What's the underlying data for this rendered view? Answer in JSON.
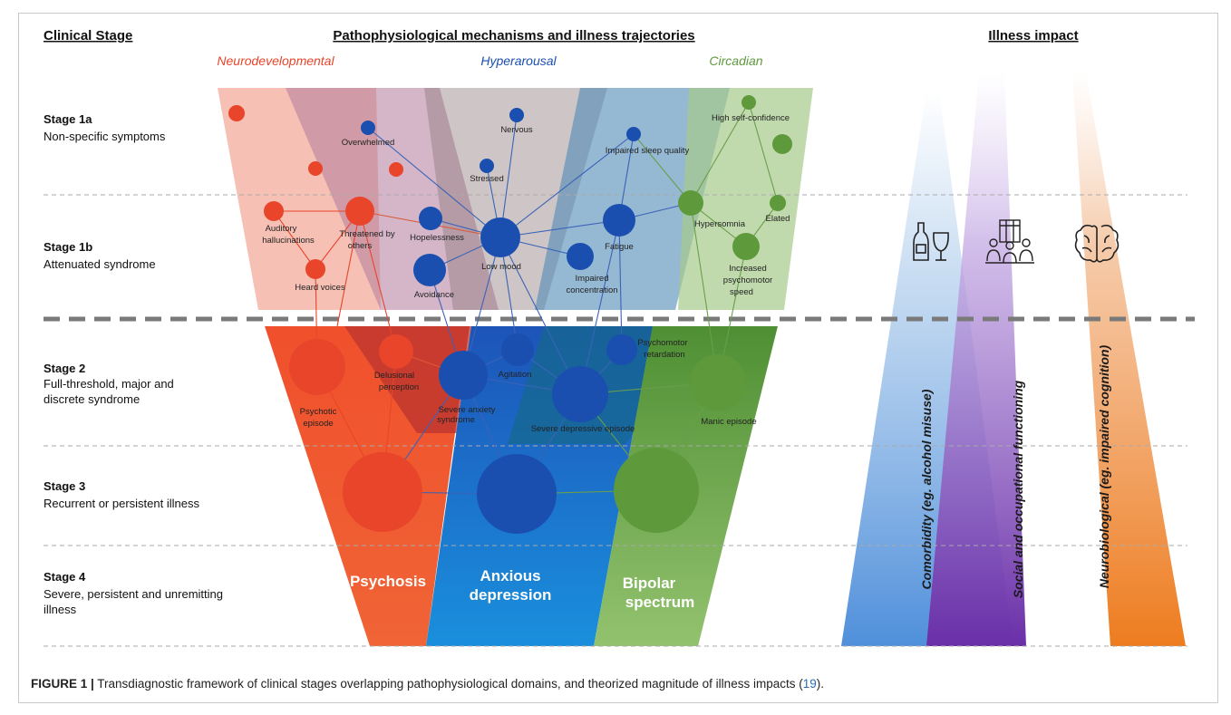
{
  "headers": {
    "clinical_stage": "Clinical Stage",
    "mechanisms": "Pathophysiological mechanisms and illness trajectories",
    "impact": "Illness impact"
  },
  "domains": {
    "neurodevelopmental": "Neurodevelopmental",
    "hyperarousal": "Hyperarousal",
    "circadian": "Circadian"
  },
  "stages": [
    {
      "title": "Stage 1a",
      "desc": [
        "Non-specific symptoms"
      ]
    },
    {
      "title": "Stage 1b",
      "desc": [
        "Attenuated syndrome"
      ]
    },
    {
      "title": "Stage 2",
      "desc": [
        "Full-threshold, major and",
        "discrete syndrome"
      ]
    },
    {
      "title": "Stage 3",
      "desc": [
        "Recurrent or persistent illness"
      ]
    },
    {
      "title": "Stage 4",
      "desc": [
        "Severe, persistent and unremitting",
        "illness"
      ]
    }
  ],
  "nodes": {
    "overwhelmed": "Overwhelmed",
    "nervous": "Nervous",
    "stressed": "Stressed",
    "impaired_sleep": "Impaired sleep quality",
    "high_confidence": "High self-confidence",
    "auditory": [
      "Auditory",
      "hallucinations"
    ],
    "threatened": [
      "Threatened by",
      "others"
    ],
    "hopelessness": "Hopelessness",
    "low_mood": "Low mood",
    "fatigue": "Fatigue",
    "hypersomnia": "Hypersomnia",
    "elated": "Elated",
    "heard_voices": "Heard voices",
    "avoidance": "Avoidance",
    "impaired_conc": [
      "Impaired",
      "concentration"
    ],
    "increased_psych": [
      "Increased",
      "psychomotor",
      "speed"
    ],
    "psychomotor_ret": [
      "Psychomotor",
      "retardation"
    ],
    "delusional": [
      "Delusional",
      "perception"
    ],
    "agitation": "Agitation",
    "psychotic": [
      "Psychotic",
      "episode"
    ],
    "severe_anxiety": [
      "Severe anxiety",
      "syndrome"
    ],
    "severe_depressive": "Severe depressive episode",
    "manic": "Manic episode"
  },
  "outcomes": {
    "psychosis": "Psychosis",
    "anxious_depression": [
      "Anxious",
      "depression"
    ],
    "bipolar": [
      "Bipolar",
      "spectrum"
    ]
  },
  "impacts": {
    "comorbidity": "Comorbidity   (eg. alcohol misuse)",
    "social": "Social and occupational functioning",
    "neuro": "Neurobiological   (eg. impaired cognition)"
  },
  "icons": [
    "wine-bottle-glass-icon",
    "people-building-icon",
    "brain-icon"
  ],
  "colors": {
    "neuro": "#e8452a",
    "hyper": "#1a4fb0",
    "circ": "#5e9a3c"
  },
  "caption": {
    "label": "FIGURE 1 |",
    "text": " Transdiagnostic framework of clinical stages overlapping pathophysiological domains, and theorized magnitude of illness impacts (",
    "ref": "19",
    "end": ")."
  }
}
